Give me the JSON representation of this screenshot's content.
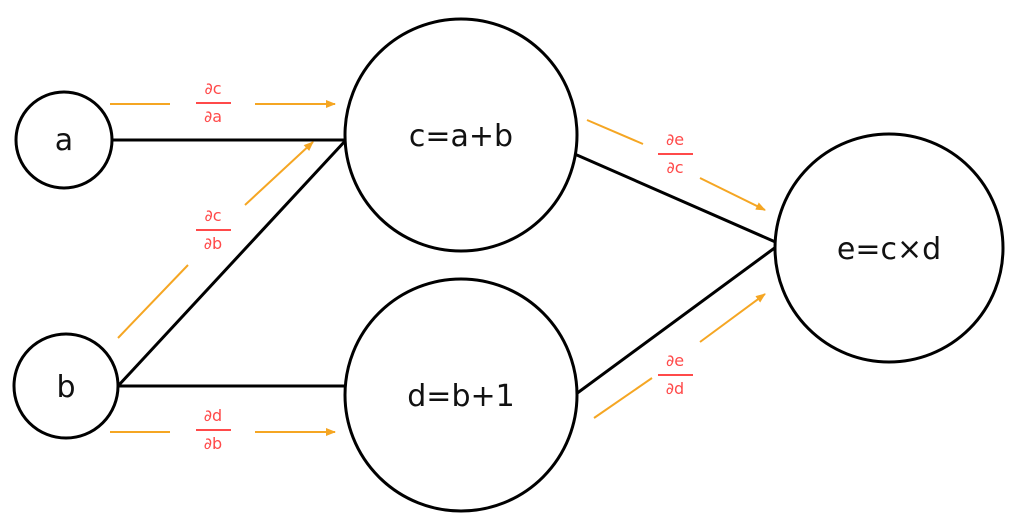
{
  "nodes": {
    "a": {
      "label": "a"
    },
    "b": {
      "label": "b"
    },
    "c": {
      "label": "c=a+b"
    },
    "d": {
      "label": "d=b+1"
    },
    "e": {
      "label": "e=c×d"
    }
  },
  "gradients": {
    "dc_da": {
      "num": "∂c",
      "den": "∂a"
    },
    "dc_db": {
      "num": "∂c",
      "den": "∂b"
    },
    "dd_db": {
      "num": "∂d",
      "den": "∂b"
    },
    "de_dc": {
      "num": "∂e",
      "den": "∂c"
    },
    "de_dd": {
      "num": "∂e",
      "den": "∂d"
    }
  },
  "colors": {
    "gradient_arrow": "#f5a623",
    "gradient_label": "#ff4a4a",
    "edge": "#000000"
  }
}
